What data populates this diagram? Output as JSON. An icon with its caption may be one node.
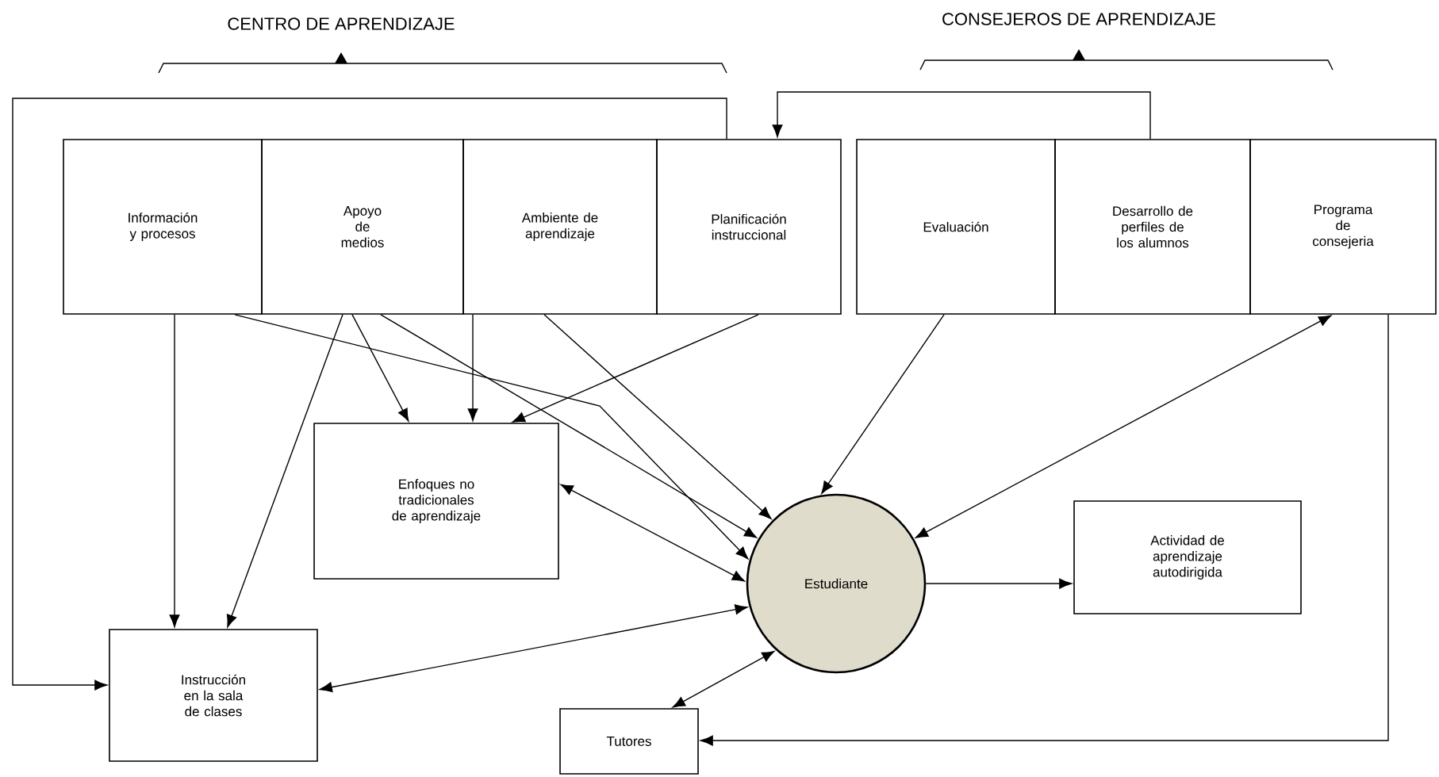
{
  "diagram": {
    "nodes": [
      {
        "text": [
          "Información y procesos"
        ]
      },
      {
        "text": [
          "Apoyo de medios"
        ]
      },
      {
        "text": [
          "Ambiente de aprendizaje"
        ]
      },
      {
        "text": [
          "Planificación instruccional"
        ]
      },
      {
        "text": [
          "Evaluación"
        ]
      },
      {
        "text": [
          "Desarrollo de perfiles de los alumnos"
        ]
      },
      {
        "text": [
          "Programa de consejeria"
        ]
      },
      {
        "text": [
          "Enfoques no tradicionales de aprendizaje"
        ]
      },
      {
        "text": [
          "Estudiante"
        ]
      },
      {
        "text": [
          "Actividad de aprendizaje autodirigida"
        ]
      },
      {
        "text": [
          "Instrucción en la sala de clases"
        ]
      },
      {
        "text": [
          "Tutores"
        ]
      }
    ],
    "edges": [
      {
        "from": 3,
        "to": 10,
        "arrow": "to"
      },
      {
        "from": 5,
        "to": 3,
        "arrow": "to"
      },
      {
        "from": 0,
        "to": 10,
        "arrow": "to"
      },
      {
        "from": 0,
        "to": 8,
        "arrow": "to"
      },
      {
        "from": 1,
        "to": 10,
        "arrow": "to"
      },
      {
        "from": 1,
        "to": 7,
        "arrow": "to"
      },
      {
        "from": 1,
        "to": 8,
        "arrow": "to"
      },
      {
        "from": 2,
        "to": 7,
        "arrow": "to"
      },
      {
        "from": 2,
        "to": 8,
        "arrow": "to"
      },
      {
        "from": 3,
        "to": 7,
        "arrow": "to"
      },
      {
        "from": 4,
        "to": 8,
        "arrow": "to"
      },
      {
        "from": 6,
        "to": 8,
        "arrow": "both"
      },
      {
        "from": 7,
        "to": 8,
        "arrow": "both"
      },
      {
        "from": 10,
        "to": 8,
        "arrow": "both"
      },
      {
        "from": 8,
        "to": 11,
        "arrow": "both"
      },
      {
        "from": 8,
        "to": 9,
        "arrow": "to"
      },
      {
        "from": 6,
        "to": 11,
        "arrow": "to"
      }
    ],
    "labels": [
      "CENTRO DE APRENDIZAJE",
      "CONSEJEROS DE APRENDIZAJE"
    ]
  }
}
